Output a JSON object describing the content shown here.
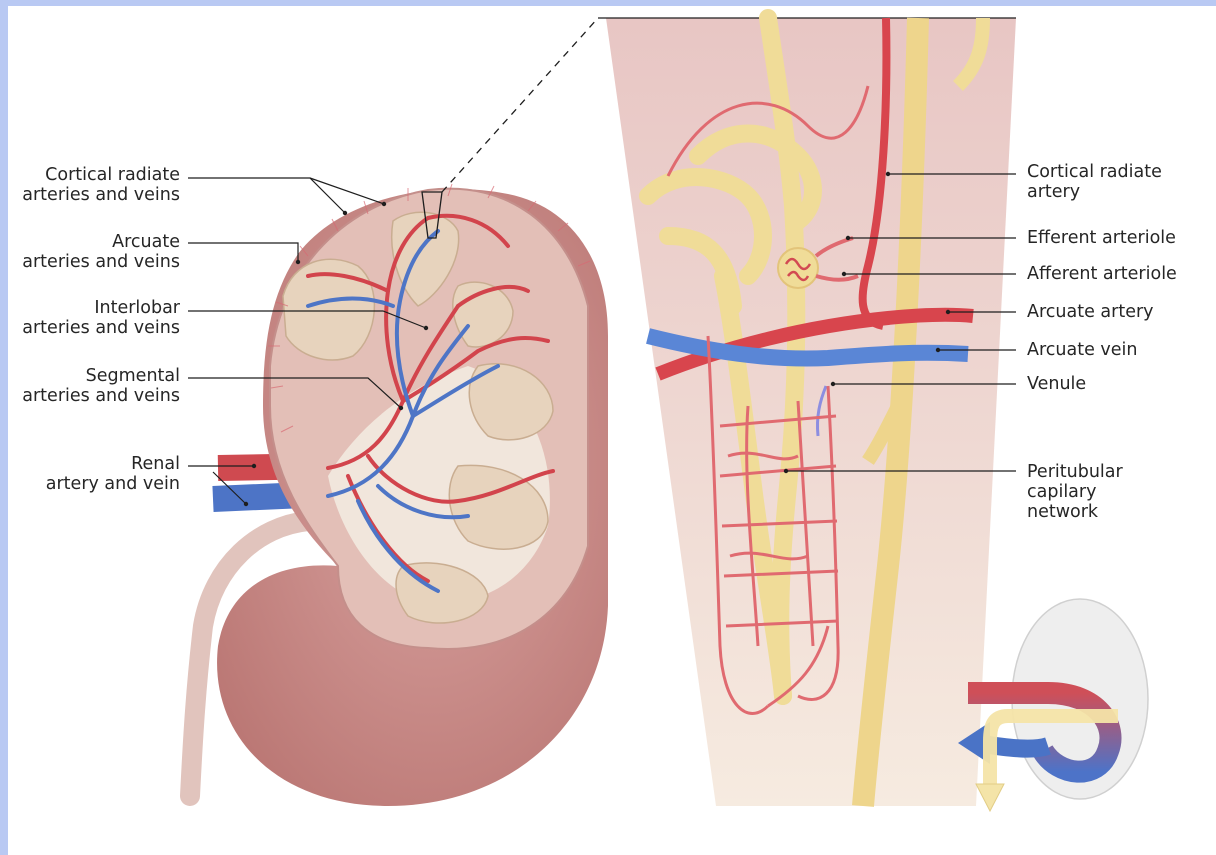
{
  "colors": {
    "artery": "#d8454d",
    "vein": "#4f78c9",
    "tubule": "#f0dc98",
    "kidney_surface": "#c98a88",
    "kidney_cut": "#e2bcb4",
    "leader_line": "#1e1e1e",
    "frame": "#b9c9f3"
  },
  "labels_left": [
    {
      "id": "cortical-radiate-arteries-and-veins",
      "lines": [
        "Cortical radiate",
        "arteries and veins"
      ]
    },
    {
      "id": "arcuate-arteries-and-veins",
      "lines": [
        "Arcuate",
        "arteries and veins"
      ]
    },
    {
      "id": "interlobar-arteries-and-veins",
      "lines": [
        "Interlobar",
        "arteries and veins"
      ]
    },
    {
      "id": "segmental-arteries-and-veins",
      "lines": [
        "Segmental",
        "arteries and veins"
      ]
    },
    {
      "id": "renal-artery-and-vein",
      "lines": [
        "Renal",
        "artery and vein"
      ]
    }
  ],
  "labels_right": [
    {
      "id": "cortical-radiate-artery",
      "lines": [
        "Cortical radiate",
        "artery"
      ]
    },
    {
      "id": "efferent-arteriole",
      "lines": [
        "Efferent arteriole"
      ]
    },
    {
      "id": "afferent-arteriole",
      "lines": [
        "Afferent arteriole"
      ]
    },
    {
      "id": "arcuate-artery",
      "lines": [
        "Arcuate artery"
      ]
    },
    {
      "id": "arcuate-vein",
      "lines": [
        "Arcuate vein"
      ]
    },
    {
      "id": "venule",
      "lines": [
        "Venule"
      ]
    },
    {
      "id": "peritubular-capillary-network",
      "lines": [
        "Peritubular",
        "capilary",
        "network"
      ]
    }
  ]
}
